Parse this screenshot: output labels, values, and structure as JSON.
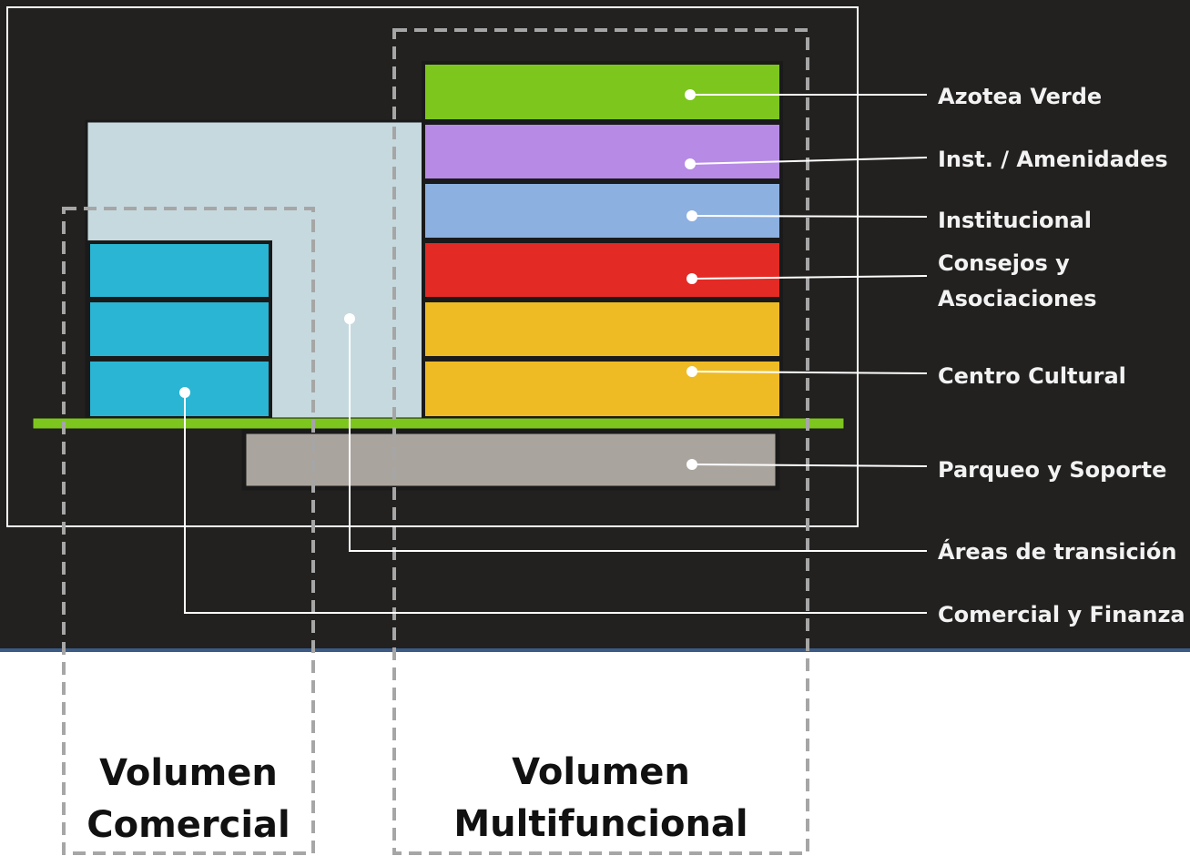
{
  "colors": {
    "background": "#222120",
    "divider": "#3b5b86",
    "frame": "#ffffff",
    "dashed": "#a6a6a6",
    "transition": "#c6d9de",
    "green": "#7dc61e",
    "purple": "#b78ae6",
    "blue": "#8cb0e0",
    "red": "#e42a24",
    "yellow": "#efbb24",
    "cyan": "#29b5d3",
    "gray": "#aaa49e"
  },
  "legend": [
    {
      "id": "azotea",
      "text": "Azotea Verde"
    },
    {
      "id": "amenidades",
      "text": "Inst. / Amenidades"
    },
    {
      "id": "institucional",
      "text": "Institucional"
    },
    {
      "id": "consejos_1",
      "text": "Consejos y"
    },
    {
      "id": "consejos_2",
      "text": "Asociaciones"
    },
    {
      "id": "cultural",
      "text": "Centro Cultural"
    },
    {
      "id": "parqueo",
      "text": "Parqueo y Soporte"
    },
    {
      "id": "transicion",
      "text": "Áreas de transición"
    },
    {
      "id": "comercial",
      "text": "Comercial y Finanza"
    }
  ],
  "volumes": {
    "comercial": {
      "line1": "Volumen",
      "line2": "Comercial"
    },
    "multifuncional": {
      "line1": "Volumen",
      "line2": "Multifuncional"
    }
  }
}
